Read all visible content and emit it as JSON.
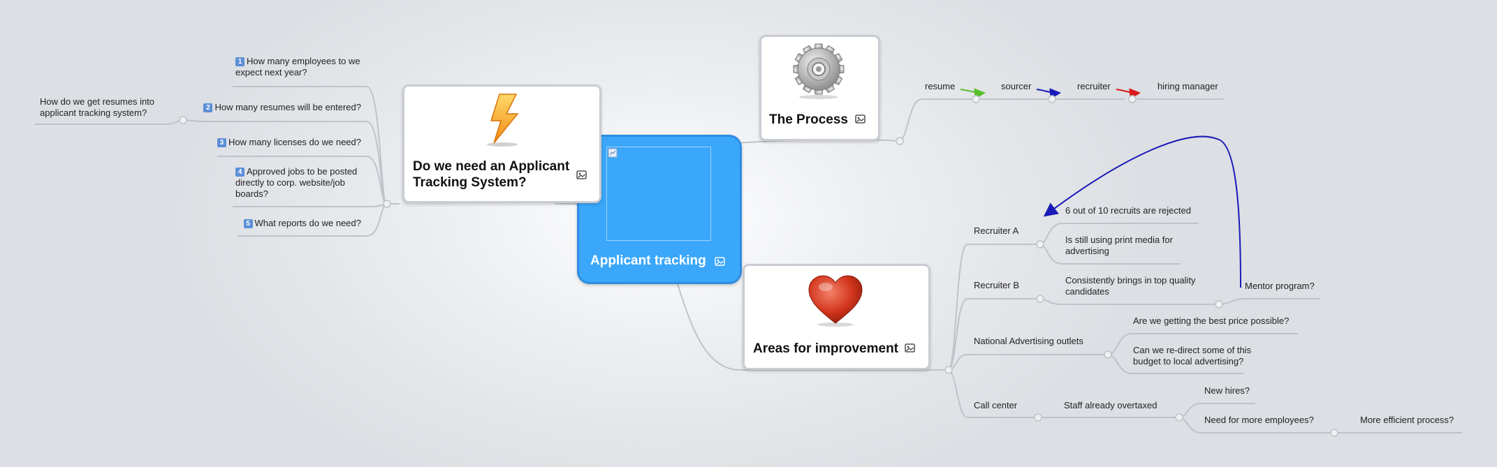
{
  "central": {
    "title": "Applicant tracking"
  },
  "cards": {
    "ats": {
      "title": "Do we need an Applicant Tracking System?",
      "icon": "lightning-icon"
    },
    "process": {
      "title": "The Process",
      "icon": "gear-icon"
    },
    "improve": {
      "title": "Areas for improvement",
      "icon": "heart-icon"
    }
  },
  "ats_questions": [
    {
      "num": "1",
      "text": "How many employees to we expect next year?"
    },
    {
      "num": "2",
      "text": "How many resumes will be entered?"
    },
    {
      "num": "3",
      "text": "How many licenses do we need?"
    },
    {
      "num": "4",
      "text": "Approved jobs to be posted directly to corp. website/job boards?"
    },
    {
      "num": "5",
      "text": "What reports do we need?"
    }
  ],
  "ats_sub": "How do we get resumes into applicant tracking system?",
  "process_steps": [
    "resume",
    "sourcer",
    "recruiter",
    "hiring manager"
  ],
  "improvement": {
    "recruiter_a": {
      "label": "Recruiter A",
      "items": [
        "6 out of 10 recruits are rejected",
        "Is still using print media for advertising"
      ]
    },
    "recruiter_b": {
      "label": "Recruiter B",
      "item": "Consistently brings in top quality candidates",
      "sub": "Mentor program?"
    },
    "advertising": {
      "label": "National Advertising outlets",
      "items": [
        "Are we getting the best price possible?",
        "Can we re-direct some of this budget to local advertising?"
      ]
    },
    "call_center": {
      "label": "Call center",
      "item": "Staff already overtaxed",
      "subs": [
        "New hires?",
        "Need for more employees?"
      ],
      "subsub": "More efficient process?"
    }
  },
  "colors": {
    "central": "#3aa7fb",
    "link": "#bfc3c9",
    "arrow_green": "#56c02b",
    "arrow_blue": "#1a1ab8",
    "arrow_red": "#d81c1c",
    "relationship": "#1a1ab8"
  }
}
